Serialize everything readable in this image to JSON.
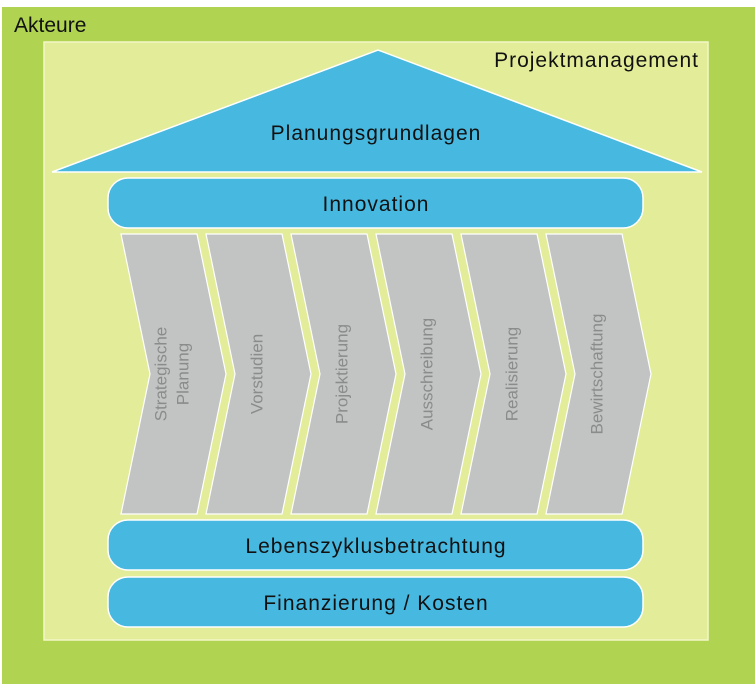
{
  "outer": {
    "label": "Akteure",
    "color": "#b0d452"
  },
  "inner": {
    "label": "Projektmanagement",
    "color": "#e3ec98"
  },
  "roof": {
    "label": "Planungsgrundlagen"
  },
  "top_bar": {
    "label": "Innovation"
  },
  "phases": [
    {
      "lines": [
        "Strategische",
        "Planung"
      ]
    },
    {
      "lines": [
        "Vorstudien"
      ]
    },
    {
      "lines": [
        "Projektierung"
      ]
    },
    {
      "lines": [
        "Ausschreibung"
      ]
    },
    {
      "lines": [
        "Realisierung"
      ]
    },
    {
      "lines": [
        "Bewirtschaftung"
      ]
    }
  ],
  "bottom_bars": [
    {
      "label": "Lebenszyklusbetrachtung"
    },
    {
      "label": "Finanzierung / Kosten"
    }
  ],
  "colors": {
    "blue": "#47b8e0",
    "gray": "#c2c4c4",
    "phase_text": "#8a8c8c"
  }
}
